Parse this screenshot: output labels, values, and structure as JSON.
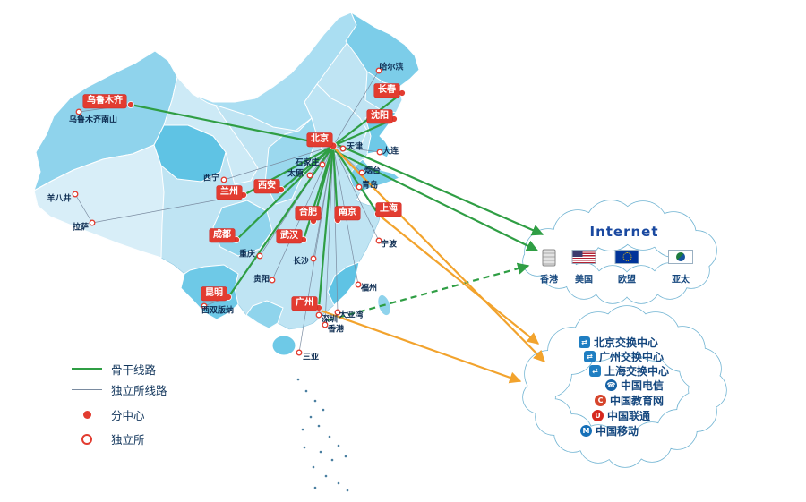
{
  "map": {
    "hub": "北京",
    "branch_centers": [
      {
        "name": "乌鲁木齐"
      },
      {
        "name": "长春"
      },
      {
        "name": "沈阳"
      },
      {
        "name": "北京"
      },
      {
        "name": "兰州"
      },
      {
        "name": "西安"
      },
      {
        "name": "成都"
      },
      {
        "name": "武汉"
      },
      {
        "name": "合肥"
      },
      {
        "name": "南京"
      },
      {
        "name": "上海"
      },
      {
        "name": "昆明"
      },
      {
        "name": "广州"
      }
    ],
    "institutes": [
      {
        "name": "乌鲁木齐南山"
      },
      {
        "name": "哈尔滨"
      },
      {
        "name": "天津"
      },
      {
        "name": "石家庄"
      },
      {
        "name": "太原"
      },
      {
        "name": "大连"
      },
      {
        "name": "烟台"
      },
      {
        "name": "青岛"
      },
      {
        "name": "西宁"
      },
      {
        "name": "拉萨"
      },
      {
        "name": "羊八井"
      },
      {
        "name": "重庆"
      },
      {
        "name": "长沙"
      },
      {
        "name": "贵阳"
      },
      {
        "name": "西双版纳"
      },
      {
        "name": "深圳"
      },
      {
        "name": "香港"
      },
      {
        "name": "大亚湾"
      },
      {
        "name": "福州"
      },
      {
        "name": "宁波"
      },
      {
        "name": "三亚"
      }
    ]
  },
  "legend": {
    "items": [
      {
        "label": "骨干线路"
      },
      {
        "label": "独立所线路"
      },
      {
        "label": "分中心"
      },
      {
        "label": "独立所"
      }
    ]
  },
  "internet_cloud": {
    "title": "Internet",
    "nodes": [
      {
        "label": "香港",
        "icon": "server-icon"
      },
      {
        "label": "美国",
        "icon": "us-flag-icon"
      },
      {
        "label": "欧盟",
        "icon": "eu-flag-icon"
      },
      {
        "label": "亚太",
        "icon": "apec-flag-icon"
      }
    ]
  },
  "exchange_cloud": {
    "items": [
      {
        "label": "北京交换中心",
        "icon": "exchange-icon",
        "glyph": "⇄"
      },
      {
        "label": "广州交换中心",
        "icon": "exchange-icon",
        "glyph": "⇄"
      },
      {
        "label": "上海交换中心",
        "icon": "exchange-icon",
        "glyph": "⇄"
      },
      {
        "label": "中国电信",
        "icon": "china-telecom-icon",
        "glyph": "☎"
      },
      {
        "label": "中国教育网",
        "icon": "cernet-icon",
        "glyph": "C"
      },
      {
        "label": "中国联通",
        "icon": "china-unicom-icon",
        "glyph": "U"
      },
      {
        "label": "中国移动",
        "icon": "china-mobile-icon",
        "glyph": "M"
      }
    ]
  },
  "colors": {
    "backbone_green": "#2f9e44",
    "exchange_orange": "#f2a32d",
    "marker_red": "#e23c30",
    "map_blue": "#8fd3ec",
    "cloud_outline": "#6fb3d2",
    "label_navy": "#15477e"
  }
}
